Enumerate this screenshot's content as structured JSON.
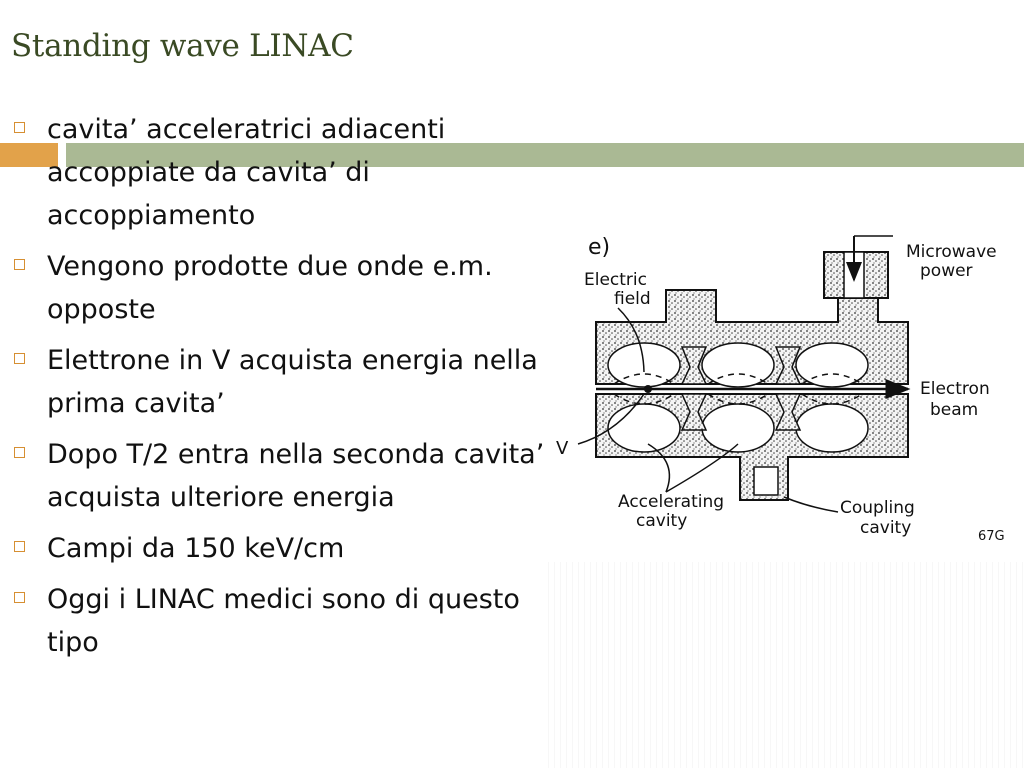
{
  "slide": {
    "title": "Standing wave LINAC",
    "bullets": [
      "cavita’  acceleratrici adiacenti accoppiate da cavita’ di accoppiamento",
      "Vengono prodotte due onde e.m. opposte",
      "Elettrone in V acquista energia nella prima cavita’",
      "Dopo T/2 entra nella seconda cavita’ e acquista ulteriore energia",
      "Campi da 150 keV/cm",
      "Oggi i LINAC medici sono di questo tipo"
    ]
  },
  "figure": {
    "panel_label": "e)",
    "electric_field_label": [
      "Electric",
      "field"
    ],
    "microwave_label": [
      "Microwave",
      "power"
    ],
    "electron_beam_label": [
      "Electron",
      "beam"
    ],
    "v_label": "V",
    "accelerating_label": [
      "Accelerating",
      "cavity"
    ],
    "coupling_label": [
      "Coupling",
      "cavity"
    ],
    "figure_code": "67G"
  },
  "colors": {
    "title": "#3a4a24",
    "accent_orange": "#e2a24a",
    "accent_green": "#aab994",
    "bullet_border": "#d68f32"
  }
}
